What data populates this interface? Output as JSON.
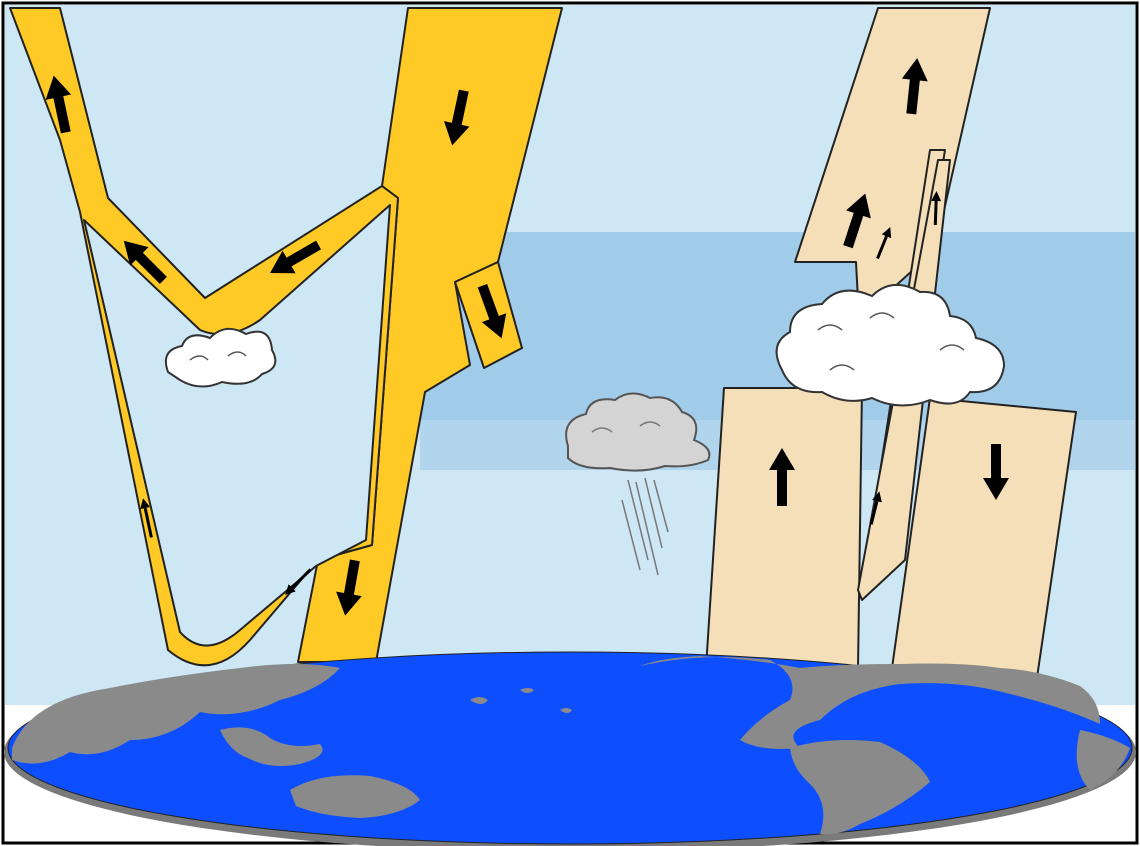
{
  "diagram": {
    "kind": "energy-flow-illustration",
    "text_labels": [],
    "colors": {
      "frame": "#000000",
      "sky_light": "#cde7f5",
      "sky_band": "#98c6e6",
      "solar_flow": "#ffc926",
      "infrared_flow": "#f4dfb8",
      "ocean": "#0d4fff",
      "land": "#8a8a8a",
      "cloud": "#ffffff",
      "rain_cloud": "#b8b8b8",
      "arrow": "#000000"
    },
    "flows": [
      {
        "id": "solar-incoming",
        "type": "shortwave",
        "direction": "down"
      },
      {
        "id": "solar-reflected-atmosphere",
        "type": "shortwave",
        "direction": "up"
      },
      {
        "id": "solar-reflected-surface",
        "type": "shortwave",
        "direction": "up"
      },
      {
        "id": "solar-absorbed-atmosphere",
        "type": "shortwave",
        "direction": "down"
      },
      {
        "id": "solar-absorbed-surface",
        "type": "shortwave",
        "direction": "down"
      },
      {
        "id": "longwave-emitted-space",
        "type": "longwave",
        "direction": "up"
      },
      {
        "id": "surface-radiation-up",
        "type": "longwave",
        "direction": "up"
      },
      {
        "id": "back-radiation-down",
        "type": "longwave",
        "direction": "down"
      }
    ]
  }
}
